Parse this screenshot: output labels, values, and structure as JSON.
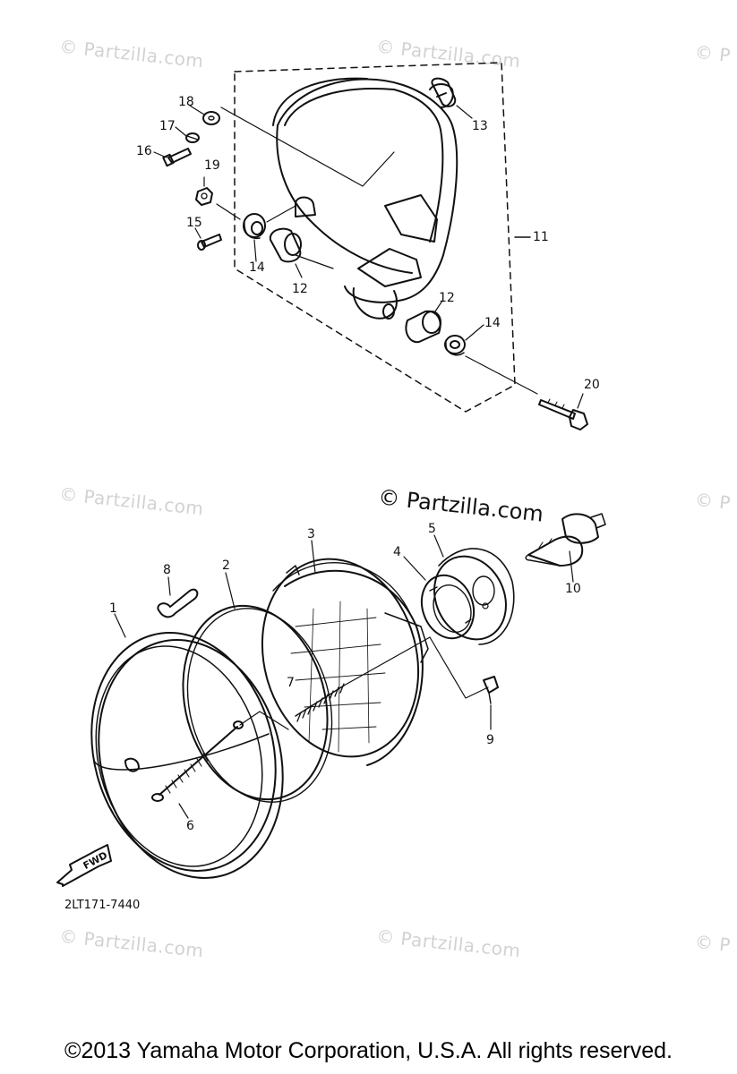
{
  "watermarks": {
    "small": "© Partzilla.com",
    "small_clipped": "© P",
    "large": "© Partzilla.com"
  },
  "callouts": {
    "p1": "1",
    "p2": "2",
    "p3": "3",
    "p4": "4",
    "p5": "5",
    "p6": "6",
    "p7": "7",
    "p8": "8",
    "p9": "9",
    "p10": "10",
    "p11": "11",
    "p12a": "12",
    "p12b": "12",
    "p13": "13",
    "p14a": "14",
    "p14b": "14",
    "p15": "15",
    "p16": "16",
    "p17": "17",
    "p18": "18",
    "p19": "19",
    "p20": "20"
  },
  "fwd_arrow": "FWD",
  "diagram_code": "2LT171-7440",
  "copyright": "©2013  Yamaha Motor Corporation, U.S.A. All rights reserved."
}
